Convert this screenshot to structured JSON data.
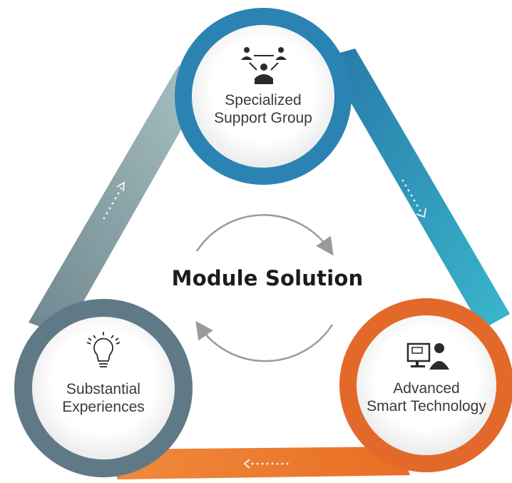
{
  "title": "Module Solution",
  "nodes": [
    {
      "id": "support",
      "lines": [
        "Specialized",
        "Support Group"
      ],
      "icon": "team-hierarchy-icon",
      "color": "#2e87b6"
    },
    {
      "id": "technology",
      "lines": [
        "Advanced",
        "Smart Technology"
      ],
      "icon": "computer-user-icon",
      "color": "#e3692a"
    },
    {
      "id": "experience",
      "lines": [
        "Substantial",
        "Experiences"
      ],
      "icon": "lightbulb-icon",
      "color": "#5f7a86"
    }
  ],
  "colors": {
    "blue": "#2e87b6",
    "teal": "#39aec6",
    "orange": "#e3692a",
    "slate": "#5f7a86",
    "slate_light": "#9ab4b9",
    "cycle_arrow": "#9a9a9a"
  }
}
